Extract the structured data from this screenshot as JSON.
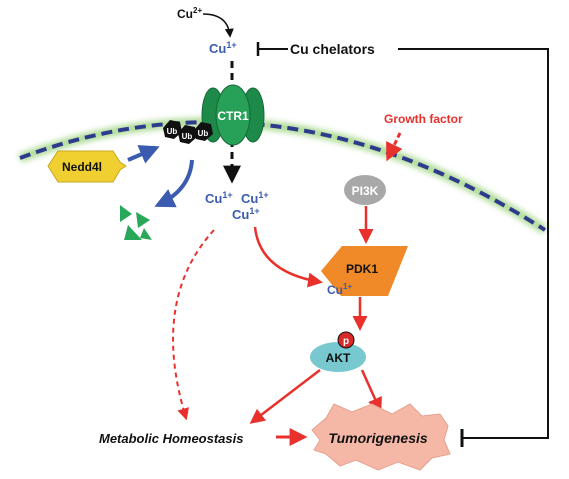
{
  "labels": {
    "cu2": "Cu",
    "cu2_sup": "2+",
    "cu1_top": "Cu",
    "cu1_sup": "1+",
    "chelators": "Cu chelators",
    "ctr1": "CTR1",
    "nedd4l": "Nedd4l",
    "ub": "Ub",
    "growth_factor": "Growth factor",
    "pi3k": "PI3K",
    "pdk1": "PDK1",
    "akt": "AKT",
    "p": "p",
    "metabolic": "Metabolic Homeostasis",
    "tumorigenesis": "Tumorigenesis"
  },
  "colors": {
    "membrane": "#2e3a8c",
    "membrane_glow": "#9ad27a",
    "ctr1": "#1e8a4a",
    "nedd4l": "#f0d030",
    "arrow_red": "#e8312c",
    "arrow_blue": "#3a5bb0",
    "pi3k": "#a8a8a8",
    "pdk1": "#f08a28",
    "akt": "#78c8d0",
    "p_badge": "#d8282a",
    "tumor": "#f6b8a6",
    "fragments": "#28a858",
    "cu_text": "#3a5bb0"
  }
}
